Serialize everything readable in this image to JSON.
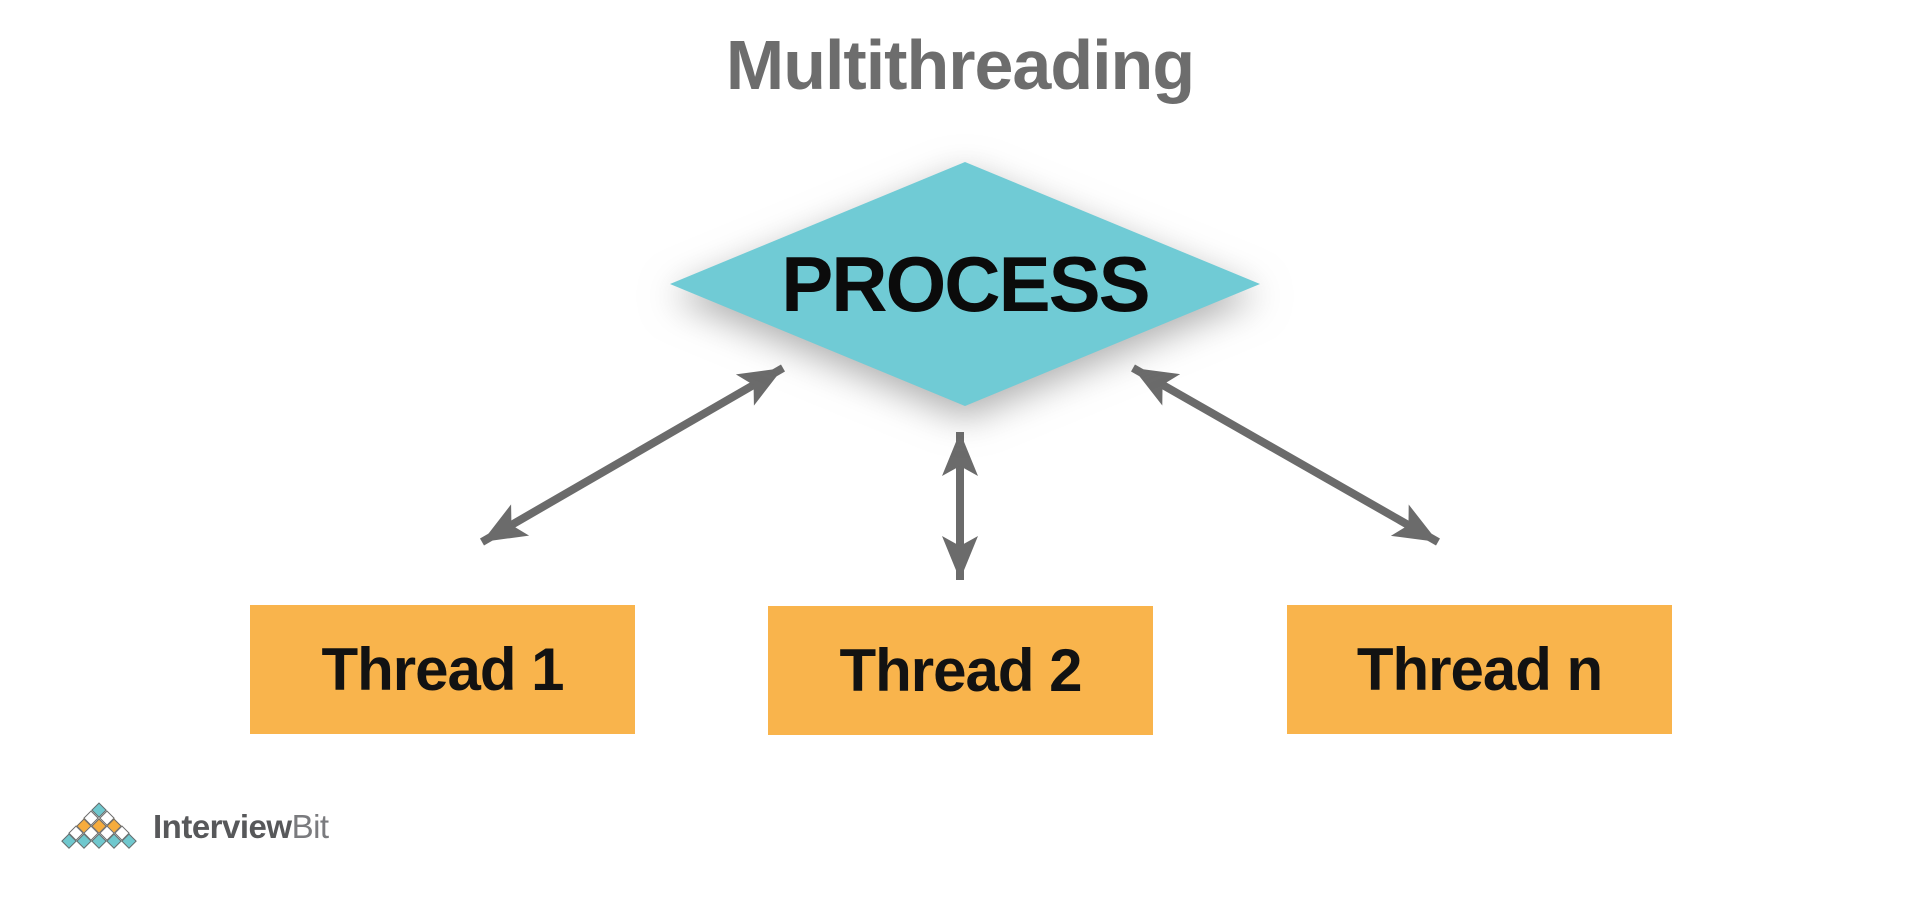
{
  "title": "Multithreading",
  "diagram": {
    "process_label": "PROCESS",
    "threads": [
      {
        "label": "Thread 1"
      },
      {
        "label": "Thread 2"
      },
      {
        "label": "Thread n"
      }
    ]
  },
  "logo": {
    "brand_primary": "Interview",
    "brand_secondary": "Bit",
    "pyramid_rows": [
      [
        "teal"
      ],
      [
        "white",
        "white"
      ],
      [
        "orange",
        "orange",
        "orange"
      ],
      [
        "white",
        "white",
        "white",
        "white"
      ],
      [
        "teal",
        "teal",
        "teal",
        "teal",
        "teal"
      ]
    ]
  },
  "colors": {
    "background": "#FFFFFF",
    "diamond_fill": "#70CBD5",
    "box_fill": "#F9B44C",
    "arrow": "#6B6B6B",
    "title_text": "#6D6D6D",
    "label_text": "#121212",
    "logo_text_primary": "#57585A",
    "logo_text_secondary": "#7A7B7E",
    "logo_teal": "#6FC8CE",
    "logo_orange": "#F6AC3D",
    "logo_tile_border": "#6B6B6B"
  }
}
